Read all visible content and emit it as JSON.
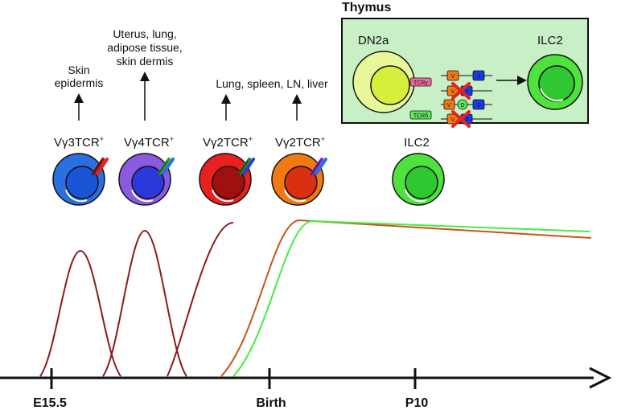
{
  "thymus": {
    "title": "Thymus",
    "dn2a_label": "DN2a",
    "ilc2_label": "ILC2",
    "tcr_gamma_tag": "TCRγ",
    "tcr_delta_tag": "TCRδ",
    "segment_v": "V",
    "segment_j": "J",
    "segment_d": "D",
    "box_color": "#c8efc6"
  },
  "destinations": {
    "vg3": [
      "Skin",
      "epidermis"
    ],
    "vg4": [
      "Uterus, lung,",
      "adipose tissue,",
      "skin dermis"
    ],
    "vg2": "Lung, spleen, LN, liver"
  },
  "cells": [
    {
      "name": "Vγ3TCR",
      "sup": "+",
      "color": "#2a6fe0",
      "nucleus": "#1a55d8"
    },
    {
      "name": "Vγ4TCR",
      "sup": "+",
      "color": "#8a5ae0",
      "nucleus": "#2a3ad8"
    },
    {
      "name": "Vγ2TCR",
      "sup": "+",
      "color": "#e82020",
      "nucleus": "#a01010"
    },
    {
      "name": "Vγ2TCR",
      "sup": "+",
      "color": "#f07a10",
      "nucleus": "#d83010"
    },
    {
      "name": "ILC2",
      "sup": "",
      "color": "#4ee23c",
      "nucleus": "#30c830"
    }
  ],
  "timeline": {
    "ticks": [
      "E15.5",
      "Birth",
      "P10"
    ],
    "wave_color": "#8b1a1a",
    "orange_curve_color": "#c8541a",
    "green_curve_color": "#44ee44"
  }
}
